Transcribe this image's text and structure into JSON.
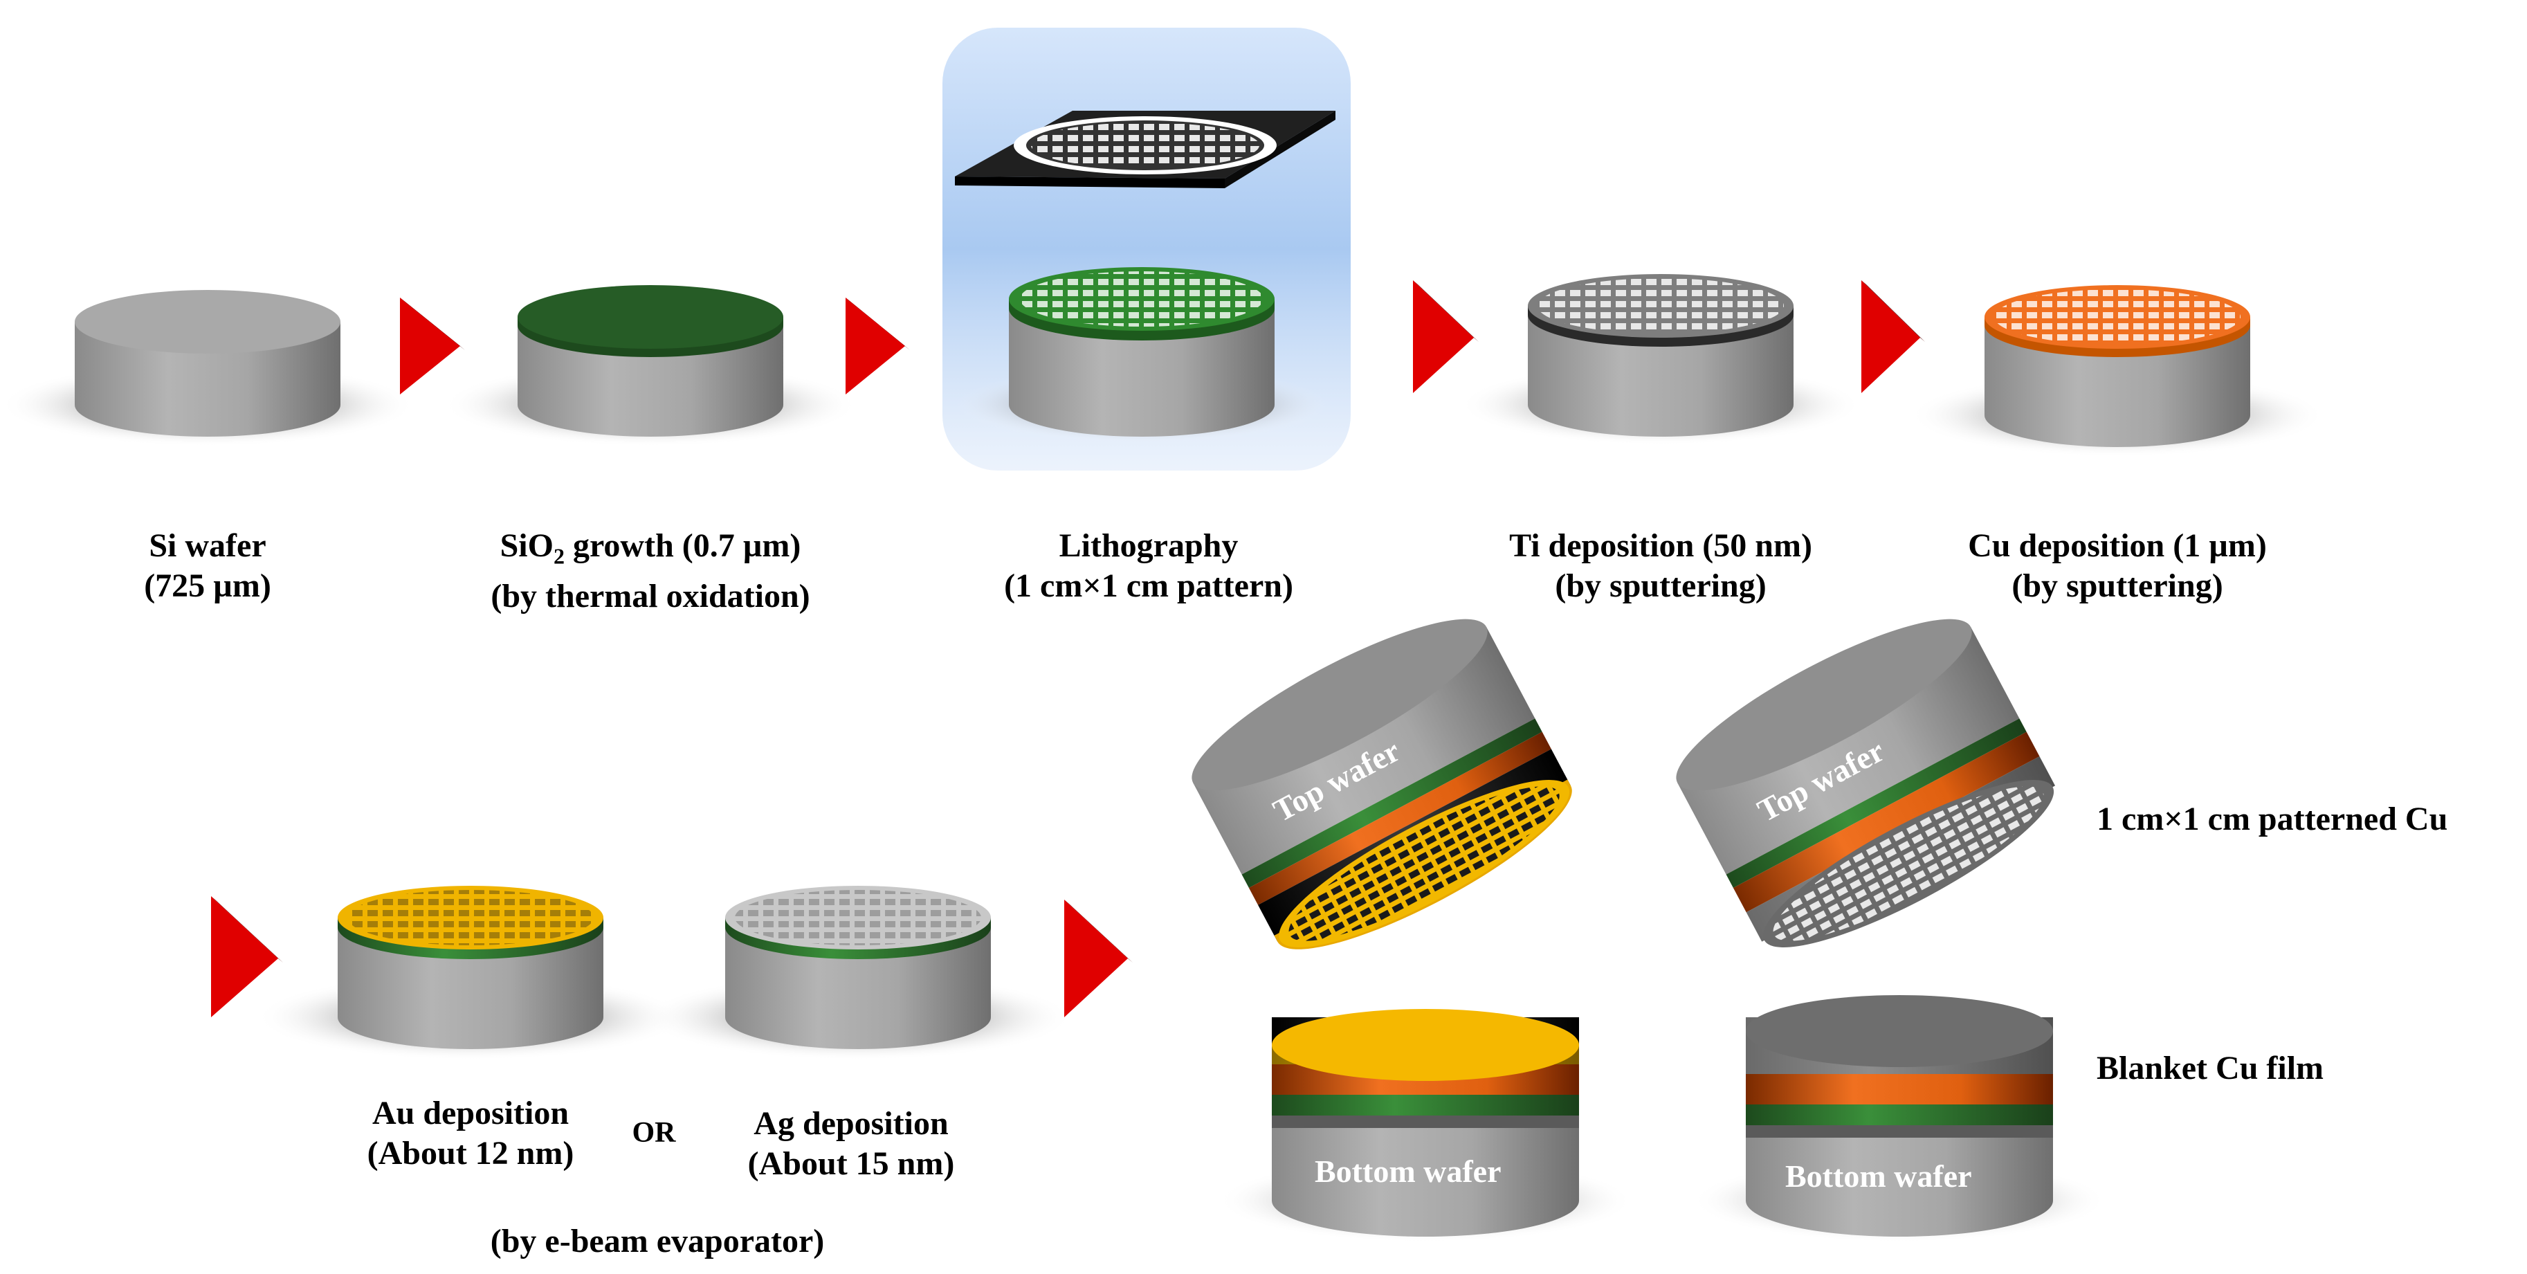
{
  "steps": [
    {
      "name": "si-wafer",
      "line1": "Si wafer",
      "line2": "(725 µm)"
    },
    {
      "name": "sio2-growth",
      "line1_pre": "SiO",
      "line1_sub": "2",
      "line1_post": " growth (0.7 µm)",
      "line2": "(by thermal oxidation)"
    },
    {
      "name": "lithography",
      "line1": "Lithography",
      "line2": "(1 cm×1 cm pattern)"
    },
    {
      "name": "ti-deposition",
      "line1": "Ti deposition (50 nm)",
      "line2": "(by sputtering)"
    },
    {
      "name": "cu-deposition",
      "line1": "Cu deposition (1 µm)",
      "line2": "(by sputtering)"
    }
  ],
  "bottom_steps": {
    "au": {
      "line1": "Au deposition",
      "line2": "(About 12 nm)"
    },
    "or_label": "OR",
    "ag": {
      "line1": "Ag deposition",
      "line2": "(About 15 nm)"
    },
    "method": "(by e-beam evaporator)"
  },
  "bonding": {
    "top_wafer_label": "Top wafer",
    "bottom_wafer_label": "Bottom wafer",
    "patterned_label": "1 cm×1 cm patterned Cu",
    "blanket_label": "Blanket Cu film"
  },
  "colors": {
    "wafer_gray": "#a6a6a6",
    "oxide_green": "#2d7a2d",
    "cu_orange": "#f07020",
    "au_gold": "#f5b800",
    "arrow_red": "#e00000",
    "litho_glow": "#b7d3f5"
  }
}
